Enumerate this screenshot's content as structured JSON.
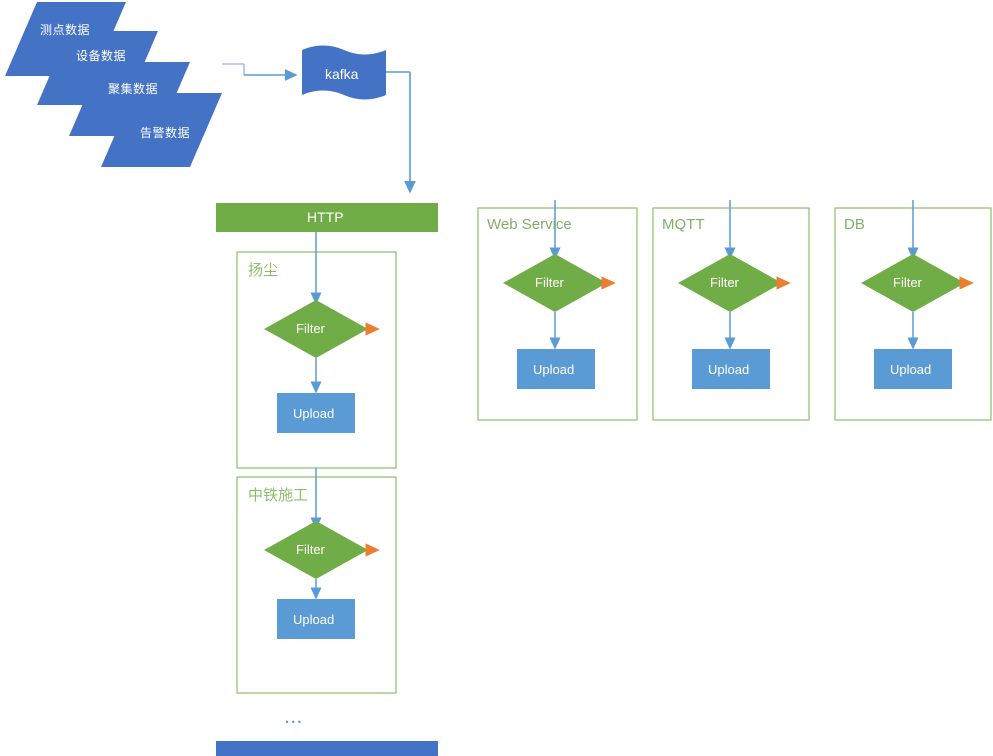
{
  "diagram": {
    "title": "Data pipeline flow diagram",
    "colors": {
      "source_blue": "#4472C4",
      "kafka_blue": "#4472C4",
      "upload_blue": "#5B9BD5",
      "filter_green": "#70AD47",
      "http_green": "#70AD47",
      "panel_border_green": "#8DBF6A",
      "arrow_blue": "#5B9BD5",
      "arrow_orange": "#ED7D31",
      "bottom_bar_blue": "#4472C4",
      "background": "#FFFFFF"
    },
    "sources": [
      {
        "label": "测点数据"
      },
      {
        "label": "设备数据"
      },
      {
        "label": "聚集数据"
      },
      {
        "label": "告警数据"
      }
    ],
    "broker": {
      "label": "kafka"
    },
    "http_bar": {
      "label": "HTTP"
    },
    "http_groups": [
      {
        "label": "扬尘",
        "filter_label": "Filter",
        "upload_label": "Upload"
      },
      {
        "label": "中铁施工",
        "filter_label": "Filter",
        "upload_label": "Upload"
      }
    ],
    "more_indicator": "...",
    "protocol_panels": [
      {
        "label": "Web Service",
        "filter_label": "Filter",
        "upload_label": "Upload"
      },
      {
        "label": "MQTT",
        "filter_label": "Filter",
        "upload_label": "Upload"
      },
      {
        "label": "DB",
        "filter_label": "Filter",
        "upload_label": "Upload"
      }
    ],
    "bottom_bar": {
      "label": ""
    }
  }
}
